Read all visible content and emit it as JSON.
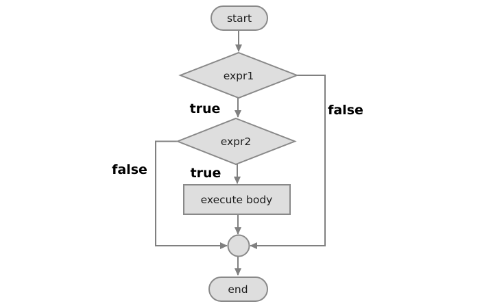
{
  "diagram": {
    "type": "flowchart",
    "colors": {
      "background": "#ffffff",
      "node_fill": "#dedede",
      "node_border": "#898989",
      "line": "#808080",
      "node_text": "#1c1c1c",
      "edge_label_text": "#000000"
    },
    "nodes": {
      "start": {
        "label": "start",
        "shape": "stadium"
      },
      "expr1": {
        "label": "expr1",
        "shape": "diamond"
      },
      "expr2": {
        "label": "expr2",
        "shape": "diamond"
      },
      "execute_body": {
        "label": "execute body",
        "shape": "rect"
      },
      "junction": {
        "label": "",
        "shape": "circle"
      },
      "end": {
        "label": "end",
        "shape": "stadium"
      }
    },
    "edges": {
      "start_to_expr1": {
        "label": ""
      },
      "expr1_true": {
        "label": "true"
      },
      "expr1_false": {
        "label": "false"
      },
      "expr2_true": {
        "label": "true"
      },
      "expr2_false": {
        "label": "false"
      },
      "body_to_junction": {
        "label": ""
      },
      "junction_to_end": {
        "label": ""
      }
    }
  }
}
